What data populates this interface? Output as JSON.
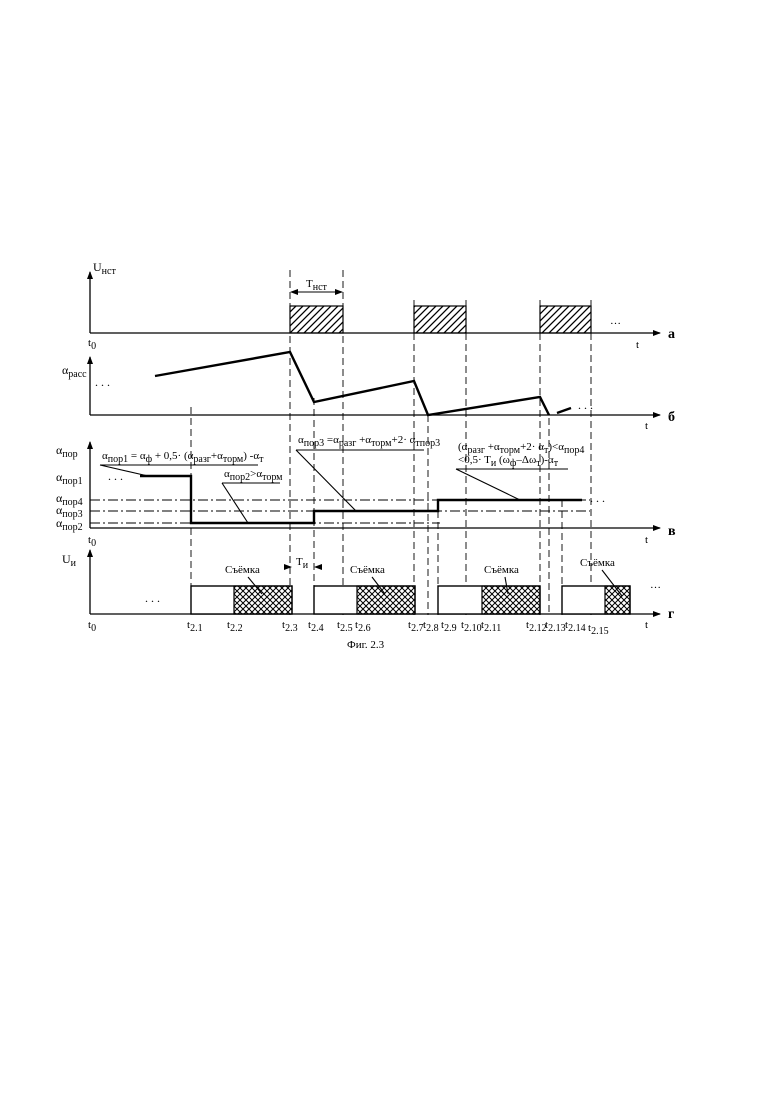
{
  "panel_letters": {
    "a": "а",
    "b": "б",
    "v": "в",
    "g": "г"
  },
  "axis": {
    "t": "t",
    "t0": "t",
    "t0_sub": "0",
    "ellipsis": "…",
    "dots": ". . ."
  },
  "panel_a": {
    "ylabel": "U",
    "ylabel_sub": "нст",
    "period": "T",
    "period_sub": "нст"
  },
  "panel_b": {
    "ylabel": "α",
    "ylabel_sub": "расс"
  },
  "panel_v": {
    "ylabel": "α",
    "ylabel_sub": "пор",
    "levels": [
      {
        "text": "α",
        "sub": "пор1"
      },
      {
        "text": "α",
        "sub": "пор4"
      },
      {
        "text": "α",
        "sub": "пор3"
      },
      {
        "text": "α",
        "sub": "пор2"
      }
    ],
    "formula1": "α",
    "formula1_sub": "пор1",
    "formula1_rest": " = α",
    "formula1_sub2": "ф",
    "formula1_rest2": " + 0,5·  (α",
    "formula1_sub3": "разг",
    "formula1_rest3": "+α",
    "formula1_sub4": "торм",
    "formula1_rest4": ") -α",
    "formula1_sub5": "т",
    "formula2": "α",
    "formula2_sub": "пор2",
    "formula2_rest": ">α",
    "formula2_sub2": "торм",
    "formula3": "α",
    "formula3_sub": "пор3",
    "formula3_rest": " =α",
    "formula3_sub2": "разг",
    "formula3_rest2": " +α",
    "formula3_sub3": "торм",
    "formula3_rest3": "+2·  α",
    "formula3_sub4": "тпор3",
    "formula4_line1": "(α",
    "formula4_sub1": "разг",
    "formula4_line1b": " +α",
    "formula4_sub2": "торм",
    "formula4_line1c": "+2·  α",
    "formula4_sub3": "т",
    "formula4_line1d": ")<α",
    "formula4_sub4": "пор4",
    "formula4_line2": "<0,5·  T",
    "formula4_sub5": "и",
    "formula4_line2b": " (ω",
    "formula4_sub6": "ф",
    "formula4_line2c": "–Δω",
    "formula4_sub7": "т",
    "formula4_line2d": ")-α",
    "formula4_sub8": "т"
  },
  "panel_g": {
    "ylabel": "U",
    "ylabel_sub": "и",
    "ti": "T",
    "ti_sub": "и",
    "shooting": "Съёмка",
    "ticks": [
      {
        "text": "t",
        "sub": "2.1"
      },
      {
        "text": "t",
        "sub": "2.2"
      },
      {
        "text": "t",
        "sub": "2.3"
      },
      {
        "text": "t",
        "sub": "2.4"
      },
      {
        "text": "t",
        "sub": "2.5"
      },
      {
        "text": "t",
        "sub": "2.6"
      },
      {
        "text": "t",
        "sub": "2.7"
      },
      {
        "text": "t",
        "sub": "2.8"
      },
      {
        "text": "t",
        "sub": "2.9"
      },
      {
        "text": "t",
        "sub": "2.10"
      },
      {
        "text": "t",
        "sub": "2.11"
      },
      {
        "text": "t",
        "sub": "2.12"
      },
      {
        "text": "t",
        "sub": "2.13"
      },
      {
        "text": "t",
        "sub": "2.14"
      },
      {
        "text": "t",
        "sub": "2.15"
      }
    ]
  },
  "caption": "Фиг. 2.3"
}
